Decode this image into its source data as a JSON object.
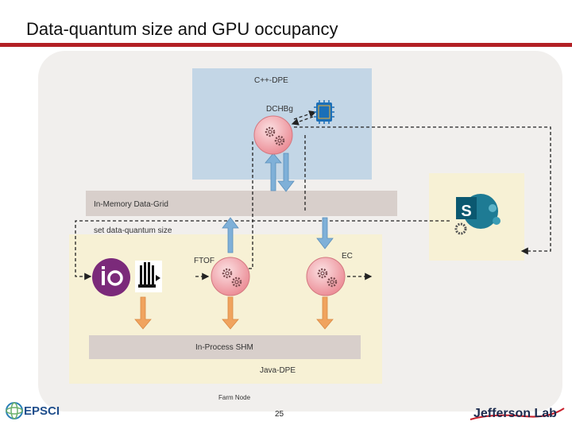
{
  "slide": {
    "title": "Data-quantum size and GPU occupancy",
    "page_number": "25"
  },
  "labels": {
    "cpp_dpe": "C++-DPE",
    "dchbg": "DCHBg",
    "gpu_chip": "GPU",
    "data_grid": "In-Memory Data-Grid",
    "set_quantum": "set data-quantum size",
    "ftof": "FTOF",
    "ec": "EC",
    "in_process_shm": "In-Process SHM",
    "java_dpe": "Java-DPE",
    "farm_node": "Farm Node"
  },
  "logos": {
    "epsci": "EPSCI",
    "jefferson_lab": "Jefferson Lab"
  },
  "colors": {
    "accent_rule": "#b32025",
    "service_node": "#f2a8ae",
    "arrow_blue": "#7fb0d8",
    "arrow_orange": "#f0a35e",
    "io_purple": "#7b2a7a",
    "sharepoint_blue": "#1e7b94"
  },
  "icons": [
    "gear-icon",
    "gpu-chip-icon",
    "io-logo-icon",
    "gauge-icon",
    "sharepoint-icon"
  ]
}
